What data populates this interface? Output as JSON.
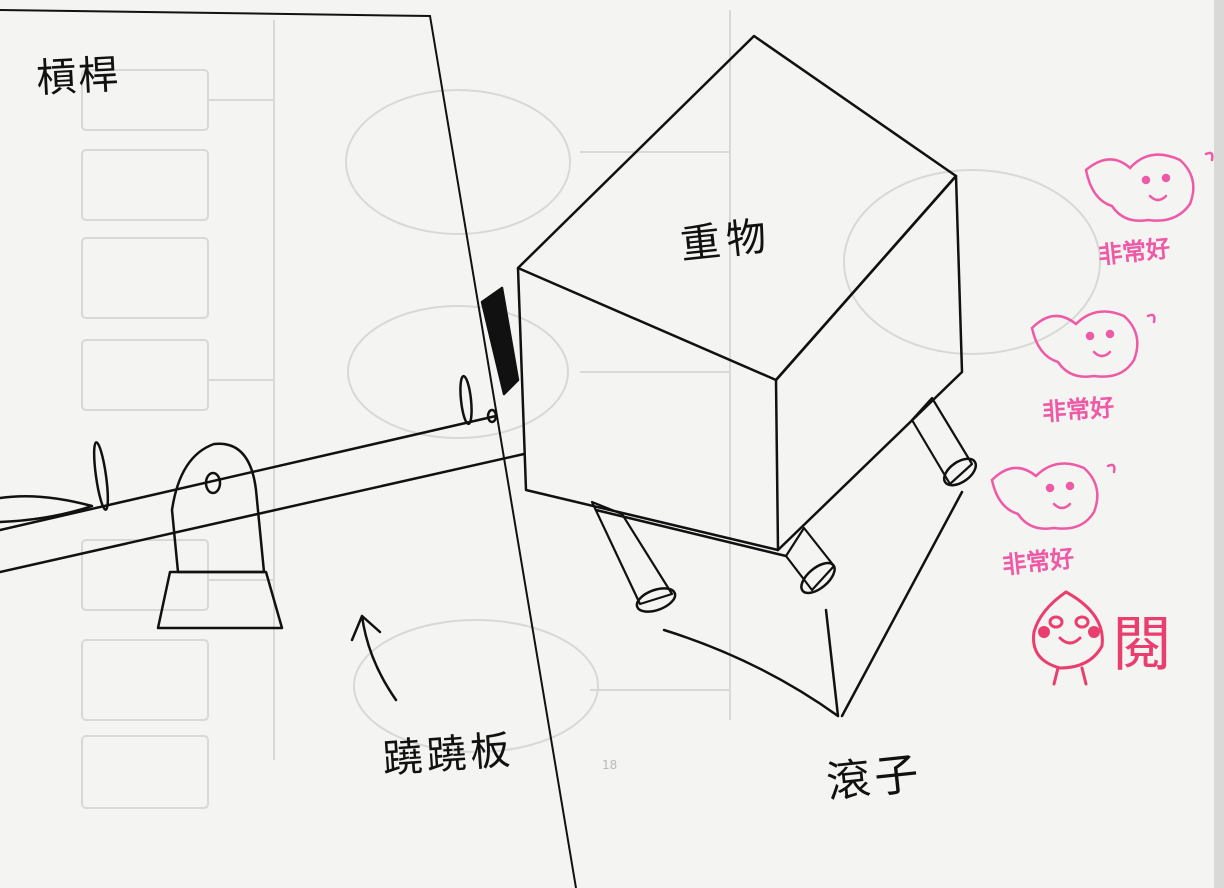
{
  "labels": {
    "lever": "槓桿",
    "weight": "重物",
    "seesaw": "蹺蹺板",
    "roller": "滾子"
  },
  "page_number": "18",
  "stamps": [
    {
      "text": "非常好",
      "icon": "puppy-icon"
    },
    {
      "text": "非常好",
      "icon": "puppy-icon"
    },
    {
      "text": "非常好",
      "icon": "puppy-icon"
    },
    {
      "text": "閱",
      "icon": "peach-face-icon"
    }
  ],
  "colors": {
    "paper": "#f4f4f2",
    "ink": "#111111",
    "stamp_pink": "#ef5aa6",
    "stamp_red": "#ea3e6e",
    "faint_print": "#d6d6d6"
  }
}
